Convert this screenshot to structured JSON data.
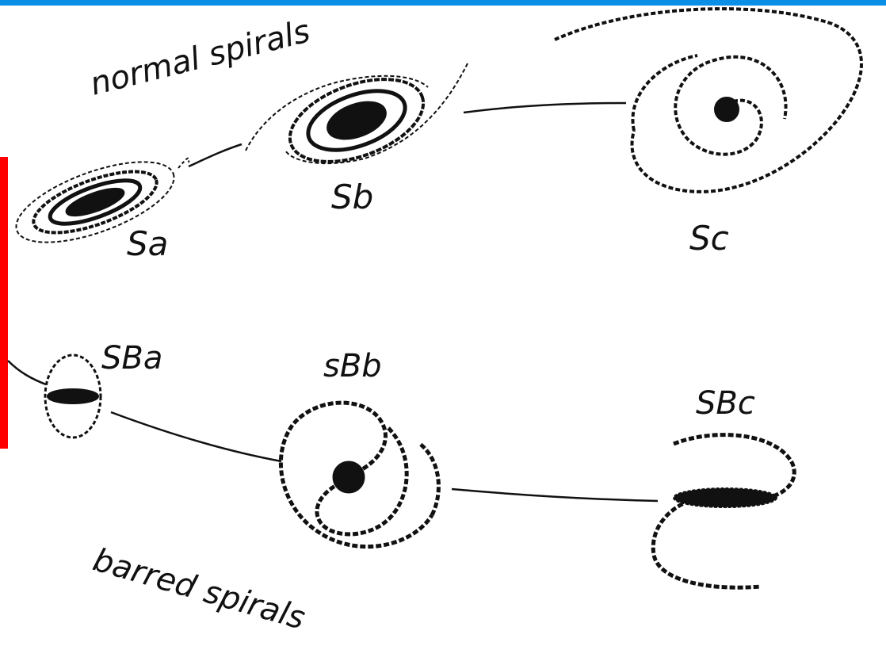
{
  "colors": {
    "top_bar": "#0b8fe6",
    "side_bar": "#ff0000",
    "ink": "#111111",
    "background": "#ffffff"
  },
  "headings": {
    "normal": "normal spirals",
    "barred": "barred spirals"
  },
  "galaxies": {
    "sa": "Sa",
    "sb": "Sb",
    "sc": "Sc",
    "sba": "SBa",
    "sbb": "sBb",
    "sbc": "SBc"
  }
}
